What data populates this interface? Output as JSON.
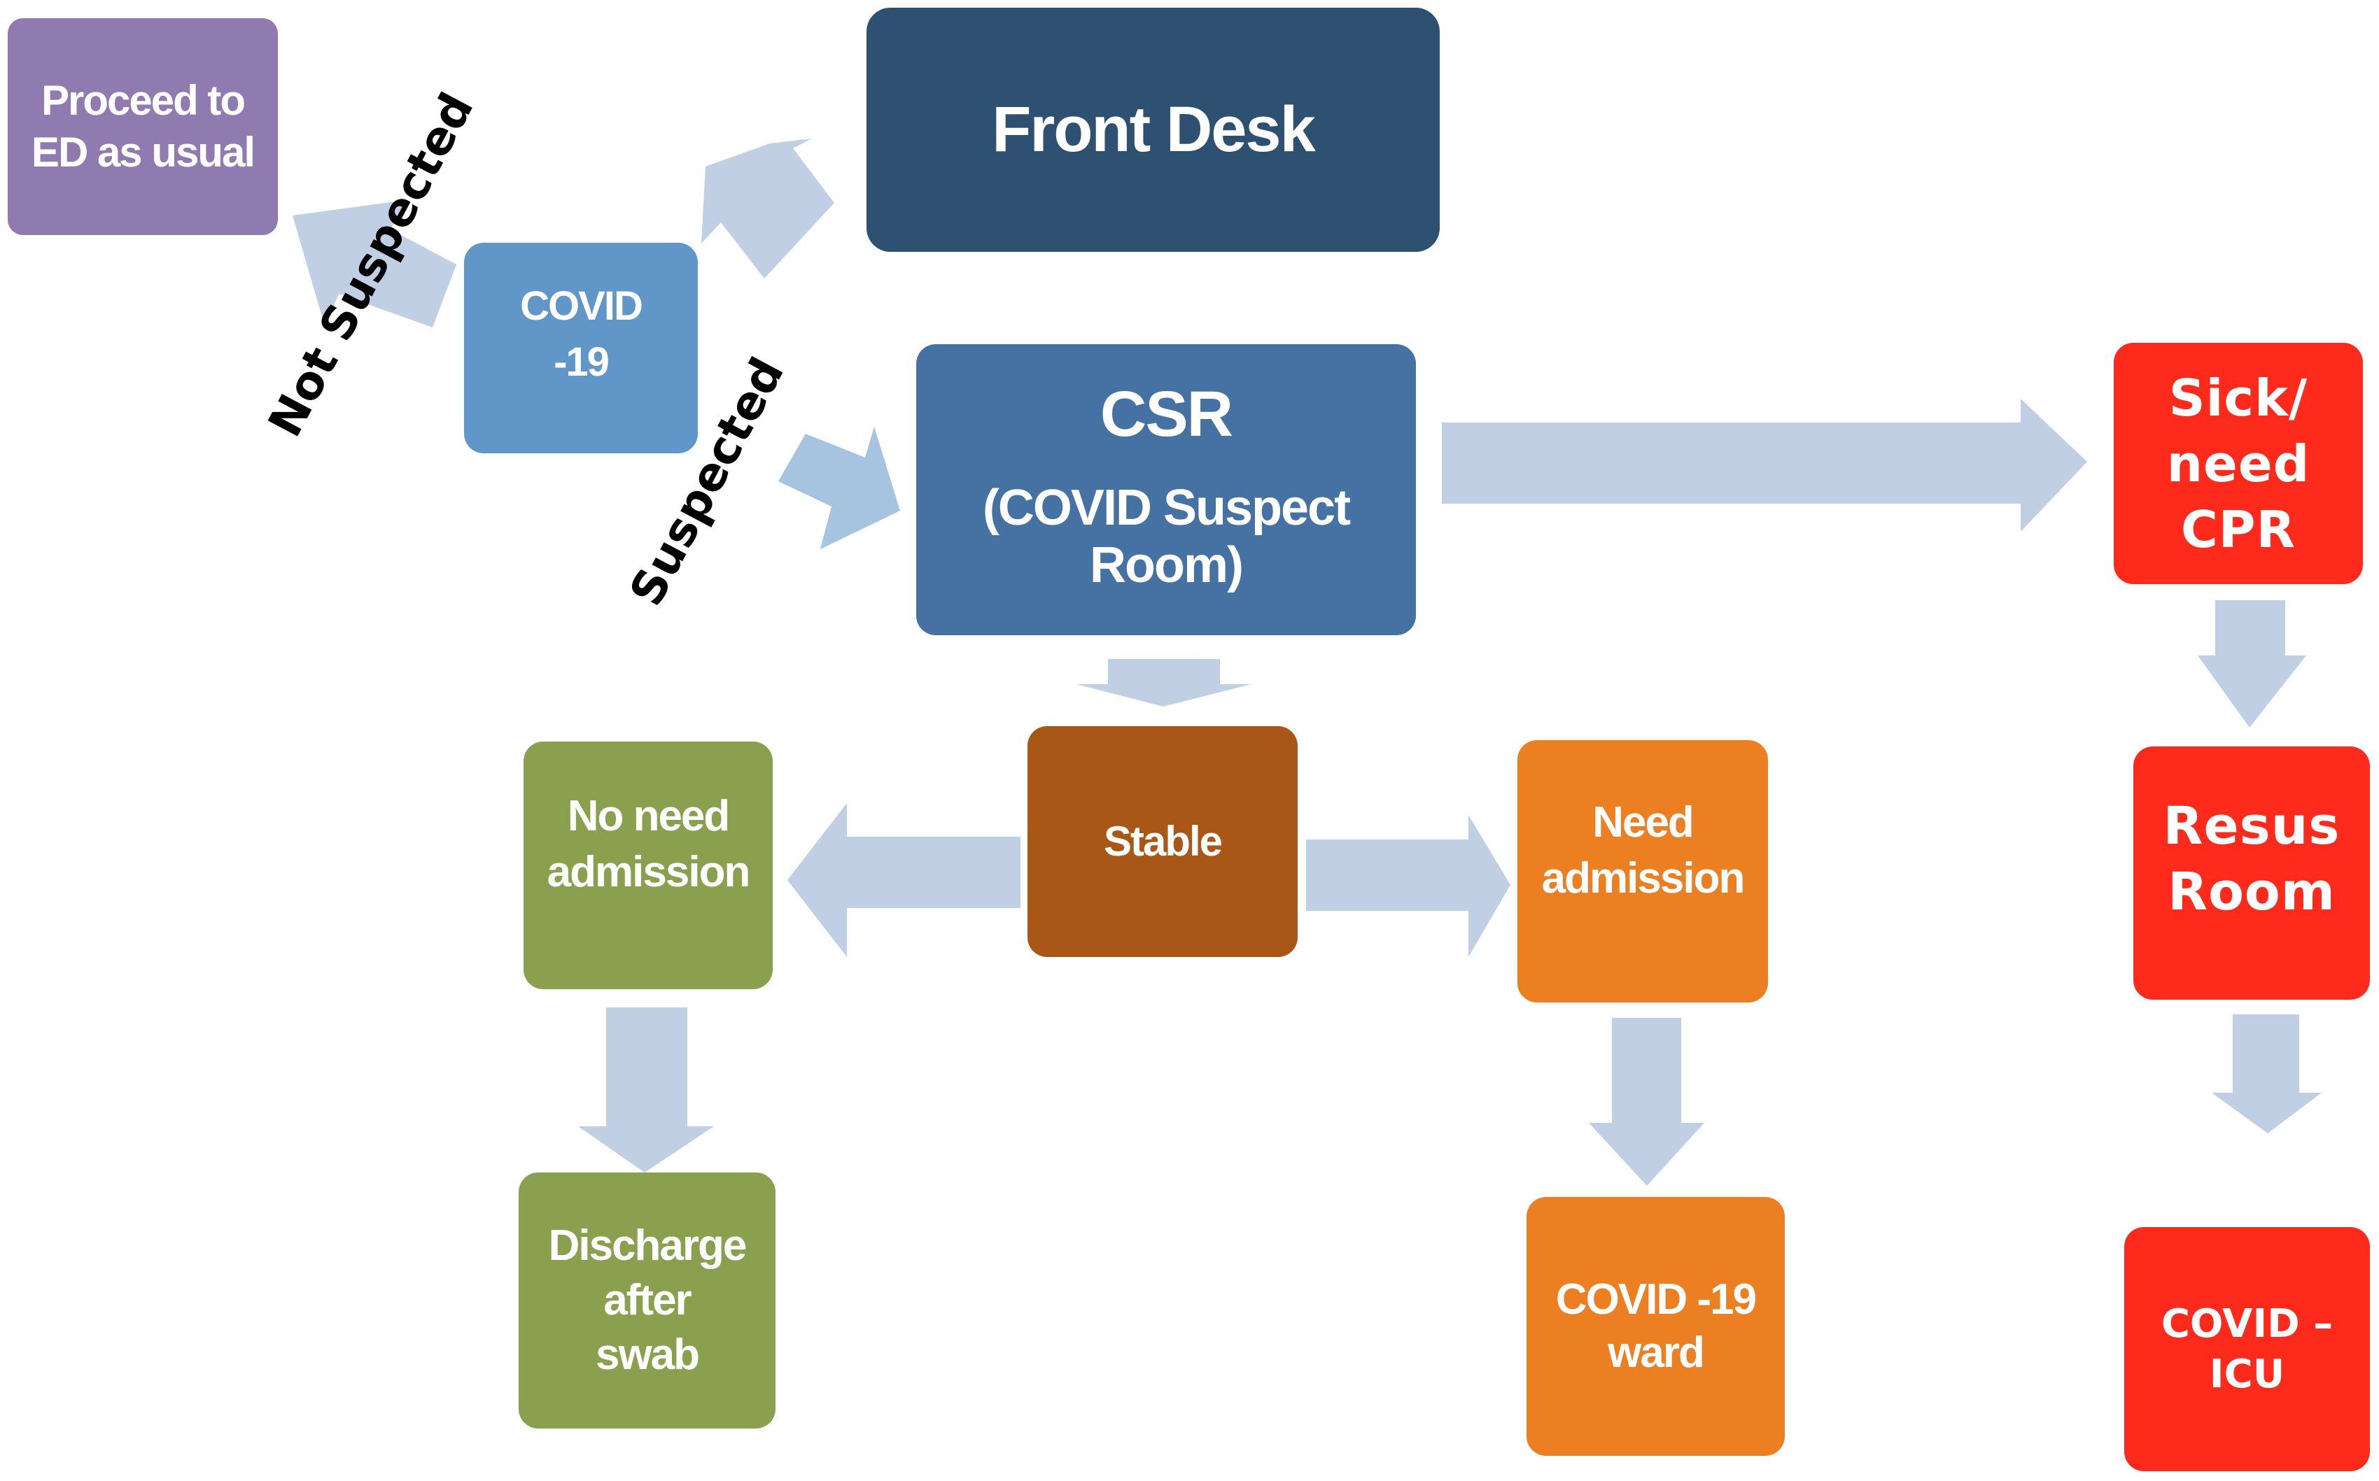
{
  "diagram": {
    "type": "flowchart",
    "title": "COVID-19 ED triage flow",
    "colors": {
      "arrow": "#c0cfe4",
      "arrow_suspected": "#a6c3e0",
      "front_desk": "#2e5172",
      "covid19": "#6096c8",
      "csr": "#4572a2",
      "proceed": "#8f7bb0",
      "stable": "#a85716",
      "green": "#8aa04e",
      "orange": "#eb7f22",
      "red": "#fe2a1c"
    },
    "nodes": {
      "proceed": {
        "lines": [
          "Proceed to",
          "ED as usual"
        ]
      },
      "front_desk": {
        "lines": [
          "Front Desk"
        ]
      },
      "covid19": {
        "lines": [
          "COVID",
          "-19"
        ]
      },
      "csr": {
        "title": "CSR",
        "lines": [
          "(COVID Suspect",
          "Room)"
        ]
      },
      "sick": {
        "lines": [
          "Sick/",
          "need",
          "CPR"
        ]
      },
      "stable": {
        "lines": [
          "Stable"
        ]
      },
      "no_need": {
        "lines": [
          "No need",
          "admission"
        ]
      },
      "need": {
        "lines": [
          "Need",
          "admission"
        ]
      },
      "resus": {
        "lines": [
          "Resus",
          "Room"
        ]
      },
      "discharge": {
        "lines": [
          "Discharge",
          "after",
          "swab"
        ]
      },
      "ward": {
        "lines": [
          "COVID -19",
          "ward"
        ]
      },
      "icu": {
        "lines": [
          "COVID –",
          "ICU"
        ]
      }
    },
    "edge_labels": {
      "not_suspected": "Not Suspected",
      "suspected": "Suspected"
    },
    "edges": [
      {
        "from": "Front Desk",
        "to": "COVID -19"
      },
      {
        "from": "COVID -19",
        "to": "Proceed to ED as usual",
        "label": "Not Suspected"
      },
      {
        "from": "COVID -19",
        "to": "CSR",
        "label": "Suspected"
      },
      {
        "from": "CSR",
        "to": "Sick/need CPR"
      },
      {
        "from": "CSR",
        "to": "Stable"
      },
      {
        "from": "Stable",
        "to": "No need admission"
      },
      {
        "from": "Stable",
        "to": "Need admission"
      },
      {
        "from": "No need admission",
        "to": "Discharge after swab"
      },
      {
        "from": "Need admission",
        "to": "COVID -19 ward"
      },
      {
        "from": "Sick/need CPR",
        "to": "Resus Room"
      },
      {
        "from": "Resus Room",
        "to": "COVID – ICU"
      }
    ]
  }
}
